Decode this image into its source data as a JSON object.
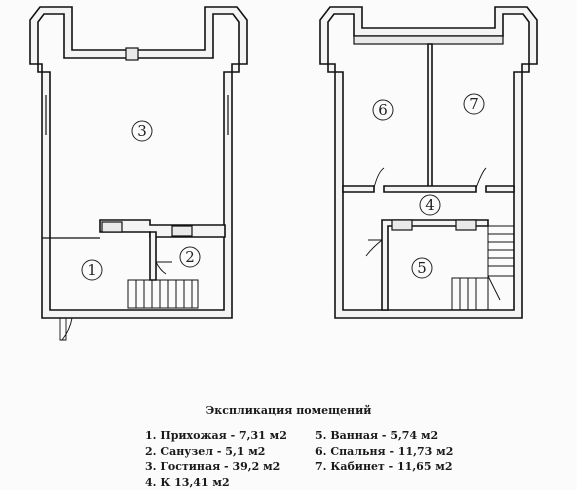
{
  "plan": {
    "rooms": [
      {
        "number": "1"
      },
      {
        "number": "2"
      },
      {
        "number": "3"
      },
      {
        "number": "4"
      },
      {
        "number": "5"
      },
      {
        "number": "6"
      },
      {
        "number": "7"
      }
    ]
  },
  "legend": {
    "title": "Экспликация помещений",
    "left": [
      "1. Прихожая - 7,31 м2",
      "2. Санузел - 5,1 м2",
      "3. Гостиная - 39,2 м2",
      "4. К               13,41 м2"
    ],
    "right": [
      "5. Ванная - 5,74 м2",
      "6. Спальня - 11,73 м2",
      "7. Кабинет - 11,65 м2"
    ]
  }
}
